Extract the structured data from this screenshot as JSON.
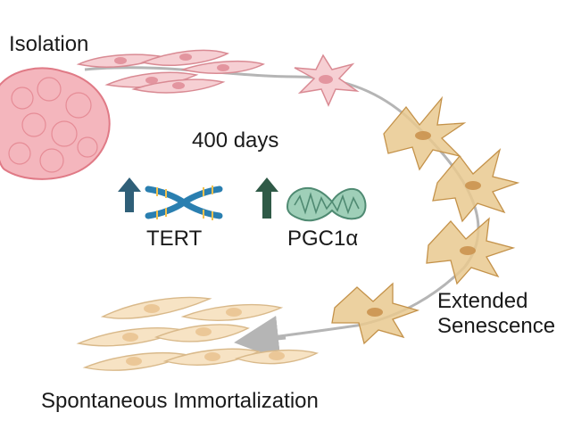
{
  "labels": {
    "isolation": "Isolation",
    "days": "400 days",
    "tert": "TERT",
    "pgc": "PGC1α",
    "extended_1": "Extended",
    "extended_2": "Senescence",
    "spontaneous": "Spontaneous Immortalization"
  },
  "colors": {
    "tissue": "#f4b6bd",
    "tissue_outline": "#e07a86",
    "early_cell": "#f6cfd3",
    "early_cell_outline": "#d98a93",
    "senescent_cell": "#e9c98f",
    "senescent_outline": "#c4924a",
    "immortal_cell": "#f7e3c4",
    "immortal_outline": "#d9b98a",
    "path_line": "#b5b5b5",
    "arrow_tert": "#2f5f78",
    "arrow_pgc": "#2f5a47",
    "chromosome": "#2a7fb0",
    "mitochondria": "#9fcfb8"
  },
  "icons": [
    "up-arrow-icon",
    "chromosome-icon",
    "mitochondria-icon"
  ]
}
